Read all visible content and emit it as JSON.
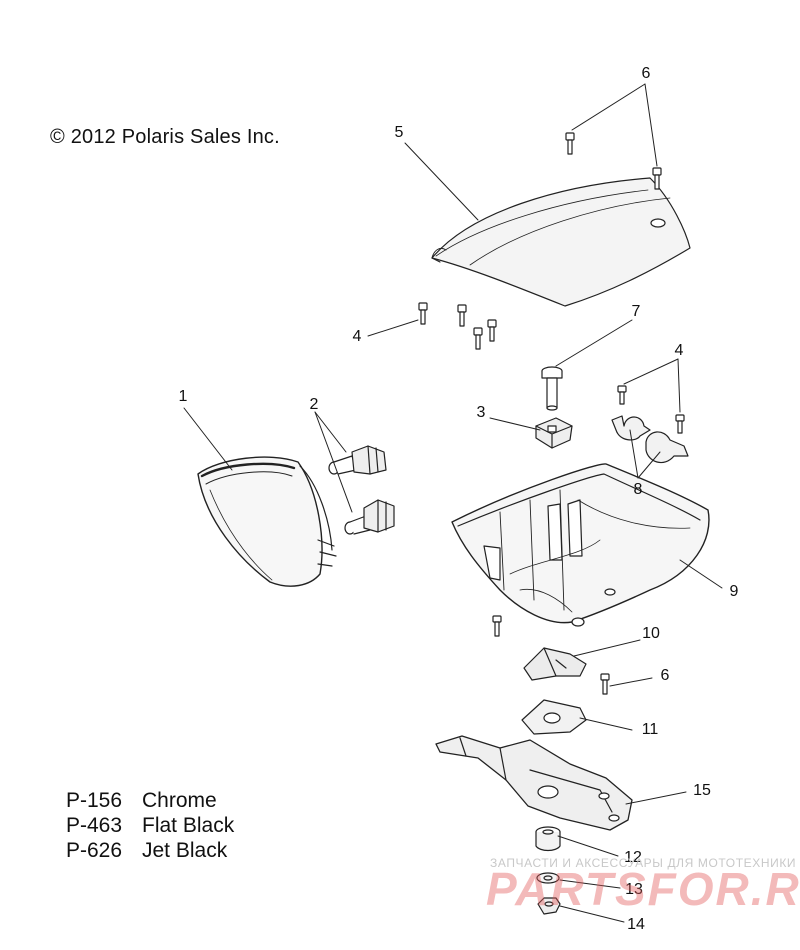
{
  "copyright": "© 2012 Polaris Sales Inc.",
  "legend": [
    {
      "code": "P-156",
      "finish": "Chrome"
    },
    {
      "code": "P-463",
      "finish": "Flat Black"
    },
    {
      "code": "P-626",
      "finish": "Jet Black"
    }
  ],
  "callouts": {
    "c1": "1",
    "c2": "2",
    "c3": "3",
    "c4a": "4",
    "c4b": "4",
    "c5": "5",
    "c6a": "6",
    "c6b": "6",
    "c7": "7",
    "c8": "8",
    "c9": "9",
    "c10": "10",
    "c11": "11",
    "c12": "12",
    "c13": "13",
    "c14": "14",
    "c15": "15"
  },
  "watermark": {
    "tagline": "ЗАПЧАСТИ И АКСЕССУАРЫ ДЛЯ МОТОТЕХНИКИ",
    "logo": "PARTSFOR.RU"
  }
}
